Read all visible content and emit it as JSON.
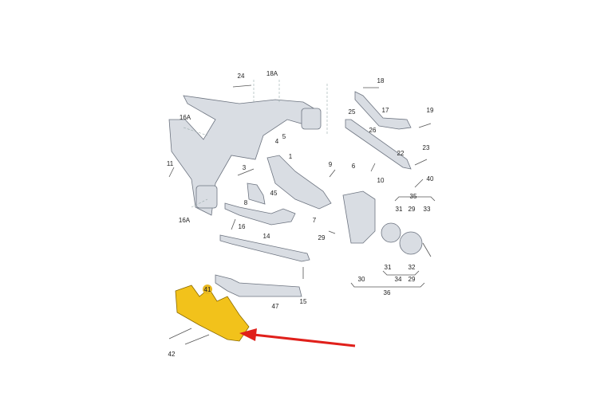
{
  "diagram": {
    "labels": [
      "24",
      "18A",
      "18",
      "25",
      "17",
      "19",
      "26",
      "16A",
      "5",
      "4",
      "1",
      "23",
      "22",
      "11",
      "3",
      "9",
      "6",
      "10",
      "40",
      "45",
      "35",
      "31",
      "29",
      "33",
      "8",
      "16A",
      "7",
      "16",
      "29",
      "14",
      "31",
      "32",
      "30",
      "34",
      "29",
      "15",
      "36",
      "41",
      "47",
      "42"
    ],
    "highlight_color": "#f2c21b",
    "arrow_color": "#e0201b"
  }
}
